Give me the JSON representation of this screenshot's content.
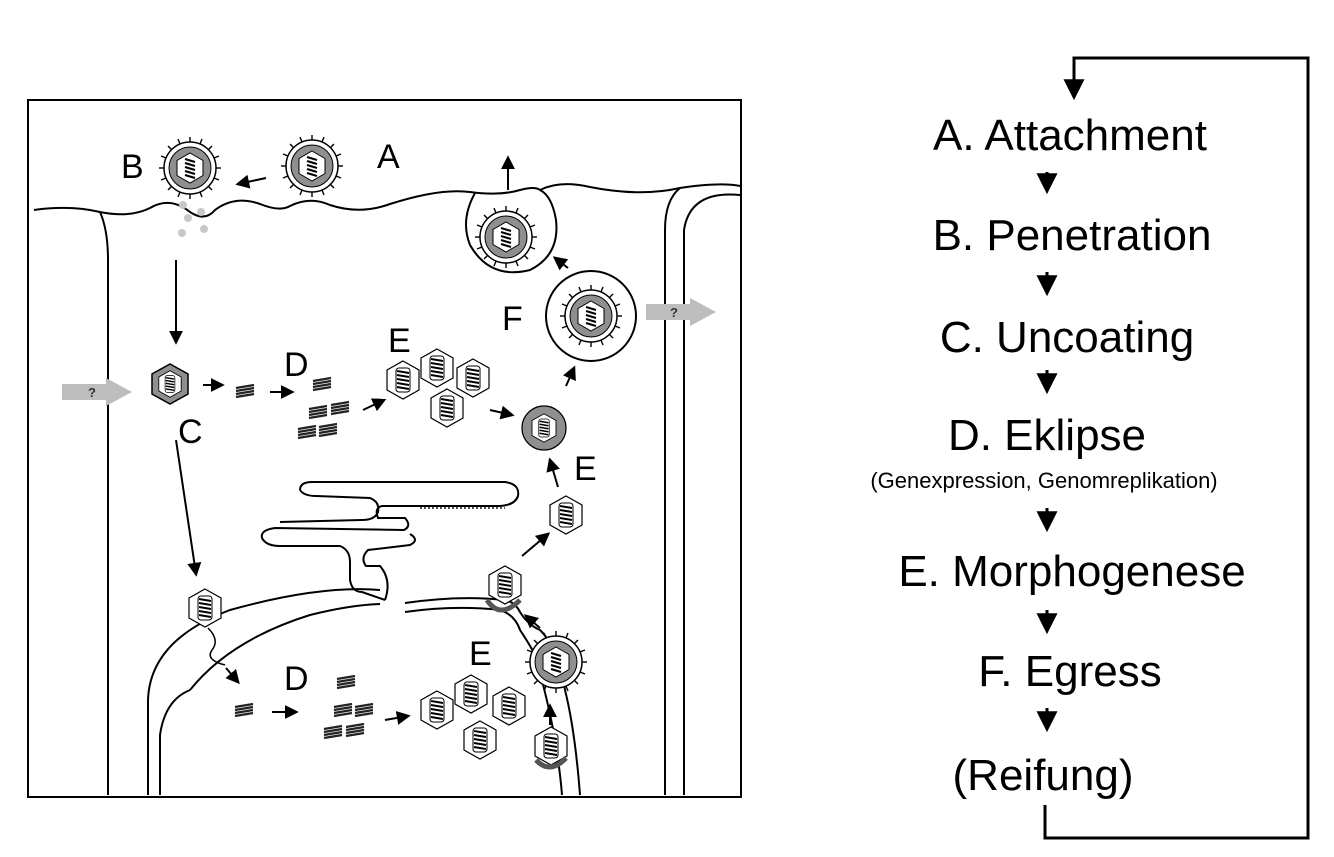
{
  "diagram": {
    "labels": {
      "a": "A",
      "b": "B",
      "c": "C",
      "d1": "D",
      "d2": "D",
      "e1": "E",
      "e2": "E",
      "e3": "E",
      "f": "F"
    },
    "unknown_marks": [
      "?",
      "?"
    ]
  },
  "cycle": {
    "steps": [
      {
        "label": "A. Attachment"
      },
      {
        "label": "B. Penetration"
      },
      {
        "label": "C. Uncoating"
      },
      {
        "label": "D. Eklipse",
        "sub": "(Genexpression, Genomreplikation)"
      },
      {
        "label": "E. Morphogenese"
      },
      {
        "label": "F. Egress"
      },
      {
        "label": "(Reifung)"
      }
    ]
  },
  "colors": {
    "line": "#000000",
    "capsid_fill": "#9a9a9a",
    "arrow_gray": "#bdbdbd"
  }
}
